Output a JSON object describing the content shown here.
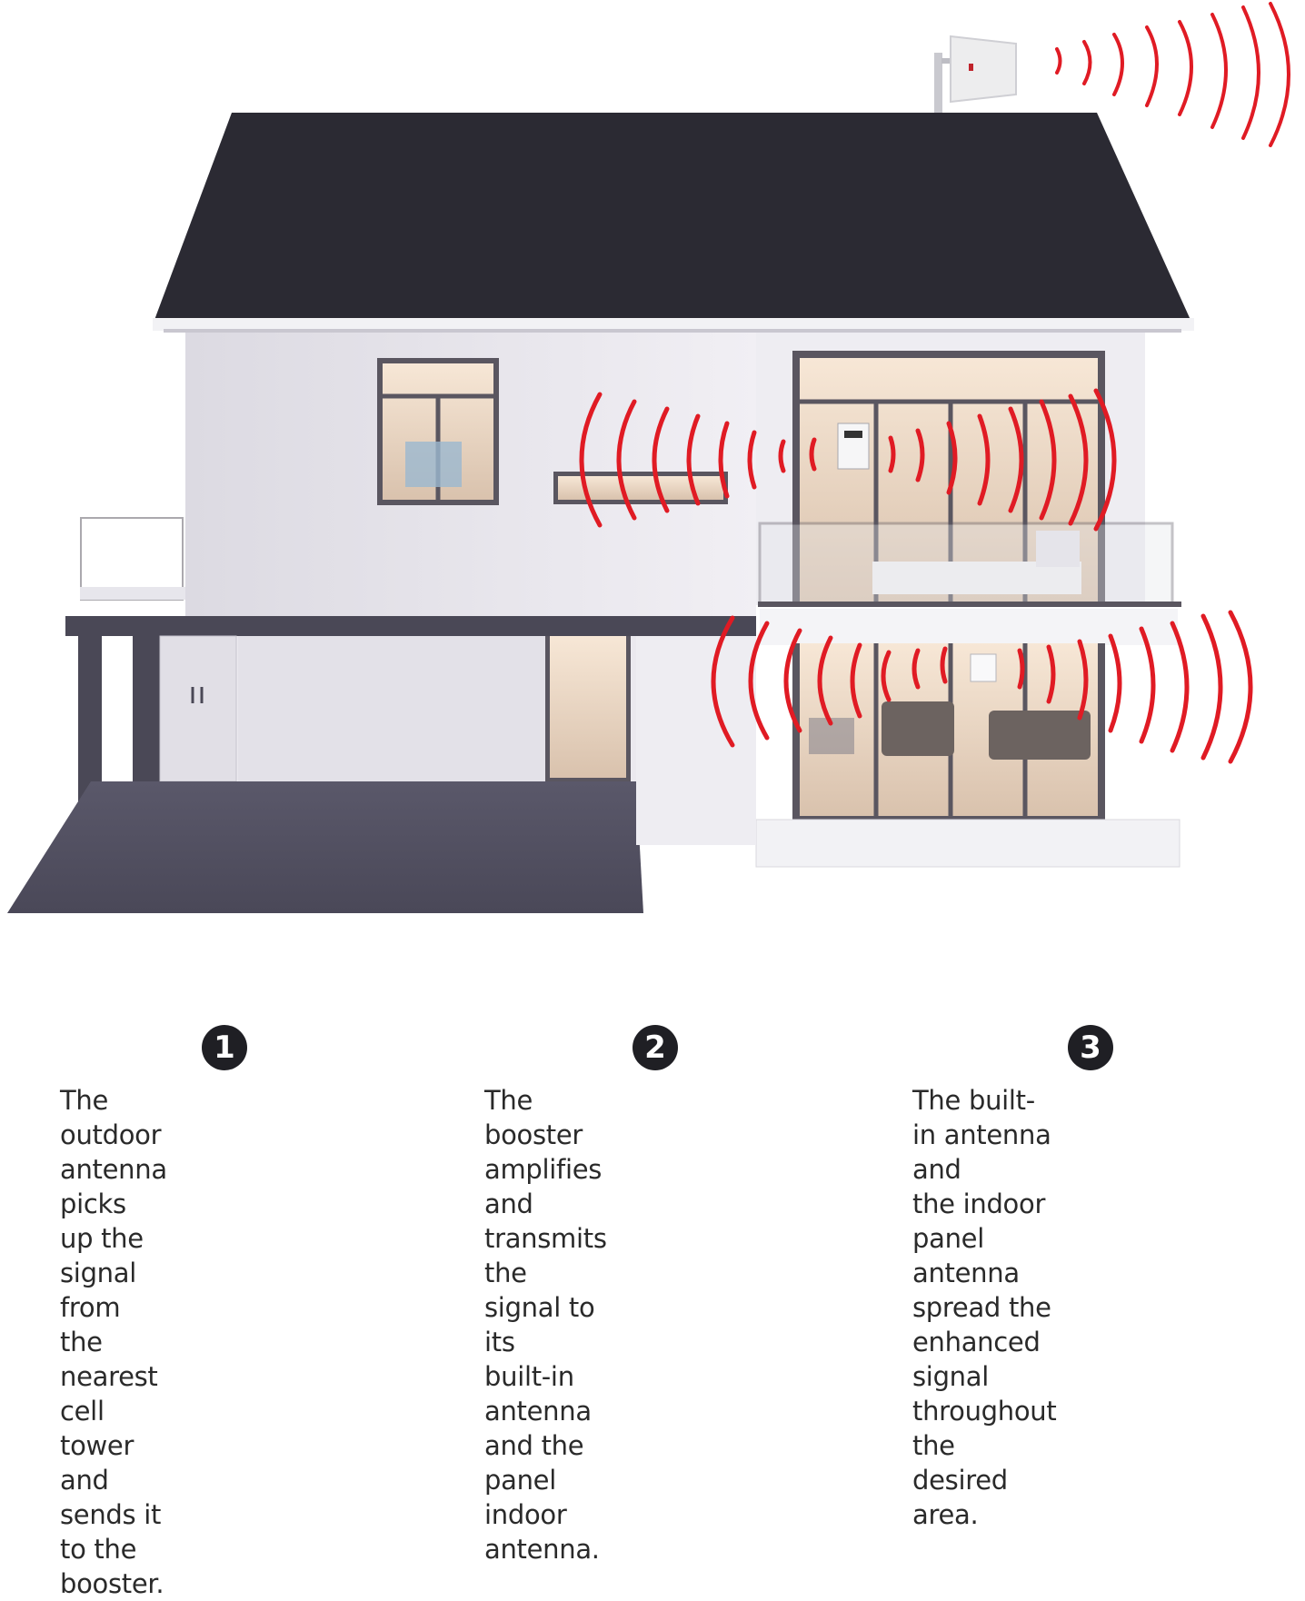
{
  "steps": [
    {
      "number": "1",
      "text": "The outdoor antenna picks\nup the signal from the\nnearest cell tower and\nsends it to the booster."
    },
    {
      "number": "2",
      "text": "The booster amplifies and\ntransmits the signal to its\nbuilt-in antenna and the\npanel indoor antenna."
    },
    {
      "number": "3",
      "text": "The built-in antenna and\nthe indoor panel antenna\nspread the enhanced\nsignal throughout the\ndesired area."
    }
  ],
  "colors": {
    "roof": "#2b2a33",
    "wall": "#eceaf0",
    "trim": "#4a4856",
    "window_glow": "#f3ddc8",
    "signal": "#e01b24",
    "badge": "#1f1f24"
  },
  "icons": [
    "outdoor-antenna-icon",
    "booster-icon",
    "indoor-panel-antenna-icon",
    "signal-wave-icon"
  ]
}
